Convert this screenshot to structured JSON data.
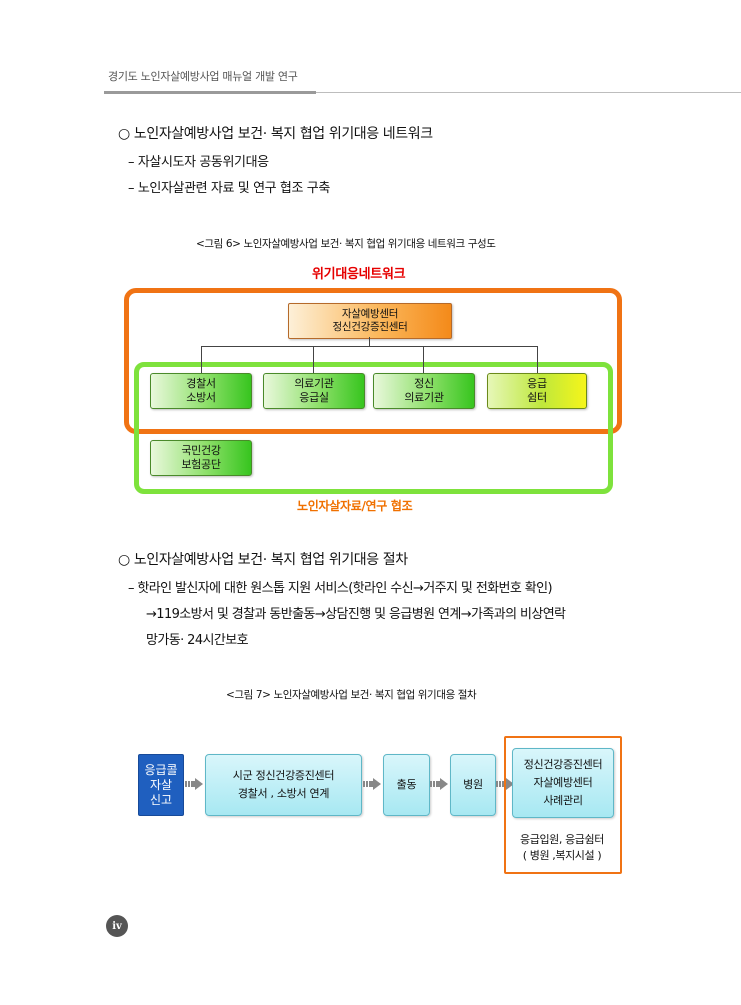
{
  "header": {
    "title": "경기도 노인자살예방사업 매뉴얼 개발 연구"
  },
  "section1": {
    "bullet": "○  노인자살예방사업 보건·  복지 협업 위기대응 네트워크",
    "items": [
      "–  자살시도자 공동위기대응",
      "–  노인자살관련 자료 및 연구 협조 구축"
    ]
  },
  "figure6": {
    "caption": "<그림 6> 노인자살예방사업 보건·  복지 협업 위기대응 네트워크 구성도",
    "title": "위기대응네트워크",
    "subtitle": "노인자살자료/연구 협조",
    "top_node": {
      "line1": "자살예방센터",
      "line2": "정신건강증진센터"
    },
    "nodes": [
      {
        "line1": "경찰서",
        "line2": "소방서"
      },
      {
        "line1": "의료기관",
        "line2": "응급실"
      },
      {
        "line1": "정신",
        "line2": "의료기관"
      },
      {
        "line1": "응급",
        "line2": "쉼터"
      }
    ],
    "bottom_node": {
      "line1": "국민건강",
      "line2": "보험공단"
    }
  },
  "section2": {
    "bullet": "○  노인자살예방사업 보건·  복지 협업 위기대응 절차",
    "line1": "–  핫라인 발신자에 대한 원스톱 지원 서비스(핫라인 수신→거주지 및 전화번호 확인)",
    "line2": "→119소방서 및 경찰과 동반출동→상담진행 및 응급병원 연계→가족과의 비상연락",
    "line3": "망가동·  24시간보호"
  },
  "figure7": {
    "caption": "<그림 7> 노인자살예방사업 보건·  복지 협업 위기대응 절차",
    "start": {
      "line1": "응급콜",
      "line2": "자살",
      "line3": "신고"
    },
    "step2": {
      "line1": "시군  정신건강증진센터",
      "line2": "경찰서 , 소방서  연계"
    },
    "step3": "출동",
    "step4": "병원",
    "step5": {
      "line1": "정신건강증진센터",
      "line2": "자살예방센터",
      "line3": "사례관리"
    },
    "note": {
      "line1": "응급입원, 응급쉼터",
      "line2": "( 병원 ,복지시설 )"
    }
  },
  "page": {
    "number": "iv"
  }
}
